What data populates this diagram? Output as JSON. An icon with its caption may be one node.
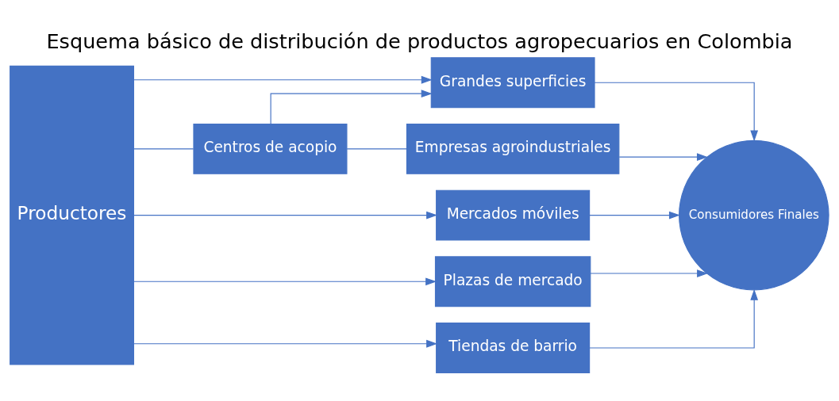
{
  "diagram": {
    "title": "Esquema básico de distribución de productos agropecuarios en Colombia",
    "nodes": [
      {
        "text": [
          "Productores"
        ]
      },
      {
        "text": [
          "Grandes superficies"
        ]
      },
      {
        "text": [
          "Centros de acopio"
        ]
      },
      {
        "text": [
          "Empresas agroindustriales"
        ]
      },
      {
        "text": [
          "Mercados móviles"
        ]
      },
      {
        "text": [
          "Plazas de mercado"
        ]
      },
      {
        "text": [
          "Tiendas de barrio"
        ]
      },
      {
        "text": [
          "Consumidores Finales"
        ]
      }
    ],
    "edges": [
      {
        "from": 0,
        "to": 1,
        "arrow": "to"
      },
      {
        "from": 0,
        "to": 2,
        "arrow": "none"
      },
      {
        "from": 2,
        "to": 1,
        "arrow": "to"
      },
      {
        "from": 2,
        "to": 3,
        "arrow": "none"
      },
      {
        "from": 0,
        "to": 4,
        "arrow": "to"
      },
      {
        "from": 0,
        "to": 5,
        "arrow": "to"
      },
      {
        "from": 0,
        "to": 6,
        "arrow": "to"
      },
      {
        "from": 1,
        "to": 7,
        "arrow": "to"
      },
      {
        "from": 3,
        "to": 7,
        "arrow": "to"
      },
      {
        "from": 4,
        "to": 7,
        "arrow": "to"
      },
      {
        "from": 5,
        "to": 7,
        "arrow": "to"
      },
      {
        "from": 6,
        "to": 7,
        "arrow": "to"
      }
    ]
  }
}
